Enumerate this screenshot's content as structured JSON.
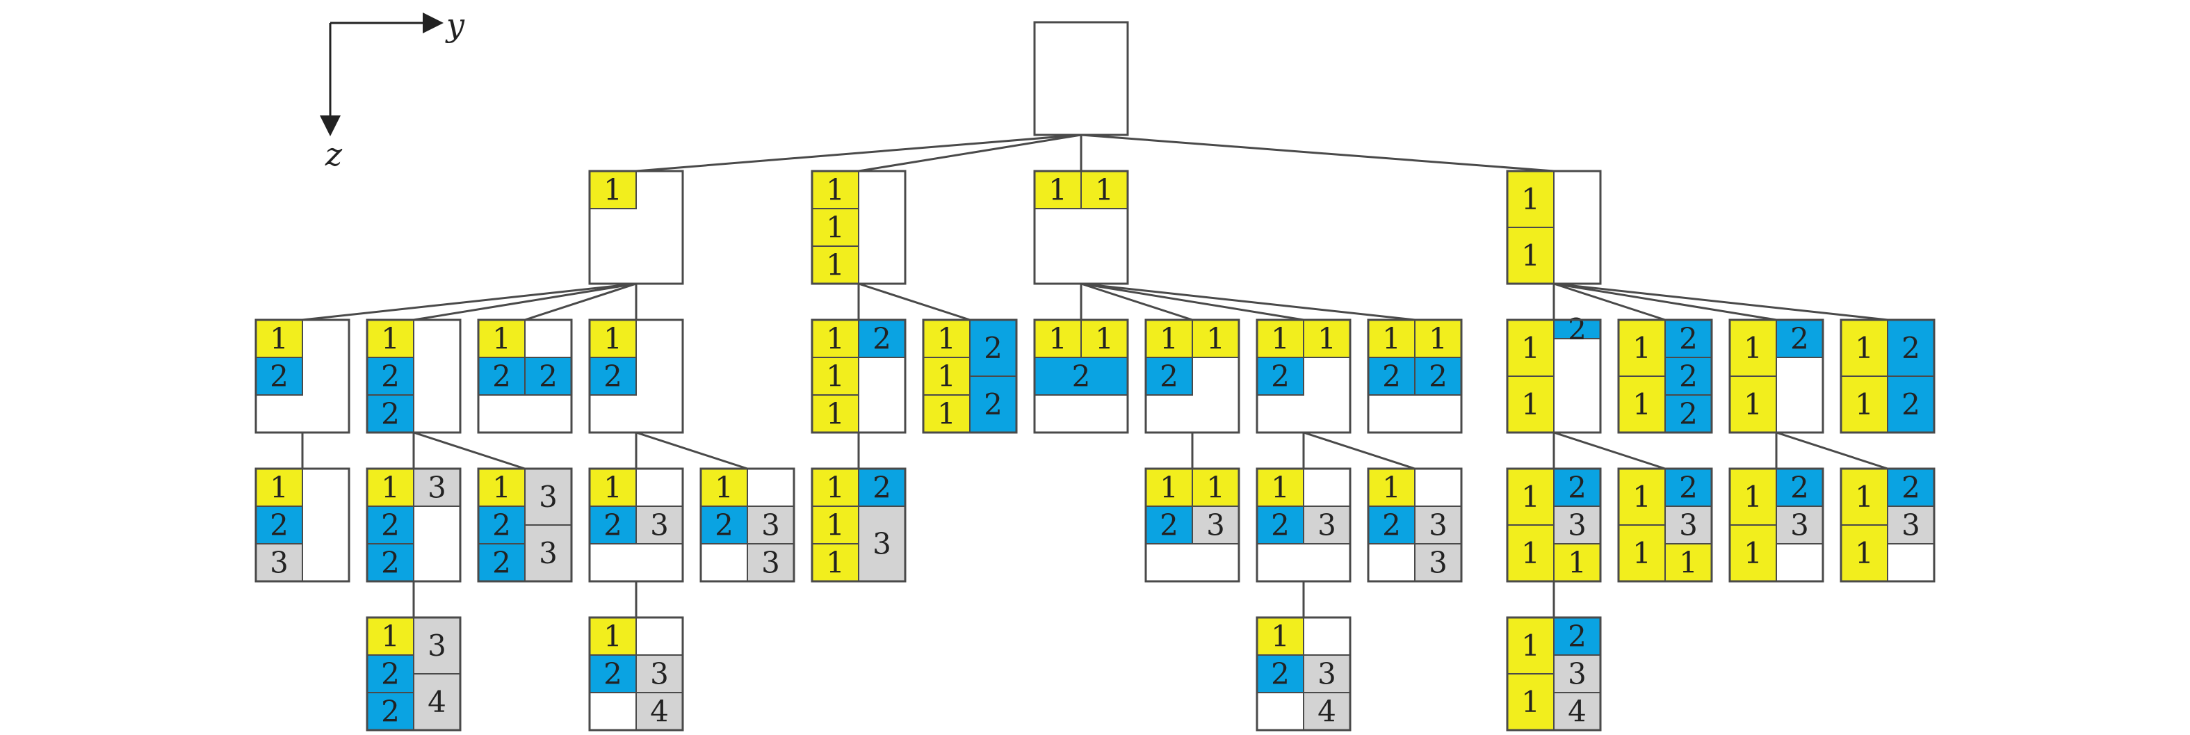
{
  "axes": {
    "horizontal_label": "y",
    "vertical_label": "z"
  },
  "colors": {
    "1": "#f2ee1d",
    "2": "#0aa3e2",
    "3": "#d3d3d3",
    "4": "#d3d3d3",
    "line": "#4a4a4a",
    "text": "#222222"
  },
  "nodes": [
    {
      "id": "root",
      "cells": []
    },
    {
      "id": "a",
      "parent": "root",
      "cells": [
        [
          0,
          0,
          1,
          1,
          "1"
        ]
      ]
    },
    {
      "id": "b",
      "parent": "root",
      "cells": [
        [
          0,
          0,
          1,
          1,
          "1"
        ],
        [
          1,
          0,
          1,
          1,
          "1"
        ],
        [
          2,
          0,
          1,
          1,
          "1"
        ]
      ]
    },
    {
      "id": "c",
      "parent": "root",
      "cells": [
        [
          0,
          0,
          1,
          1,
          "1"
        ],
        [
          0,
          1,
          1,
          1,
          "1"
        ]
      ]
    },
    {
      "id": "d",
      "parent": "root",
      "cells": [
        [
          0,
          0,
          1.5,
          1,
          "1"
        ],
        [
          1.5,
          0,
          1.5,
          1,
          "1"
        ]
      ]
    },
    {
      "id": "a1",
      "parent": "a",
      "cells": [
        [
          0,
          0,
          1,
          1,
          "1"
        ],
        [
          1,
          0,
          1,
          1,
          "2"
        ]
      ]
    },
    {
      "id": "a2",
      "parent": "a",
      "cells": [
        [
          0,
          0,
          1,
          1,
          "1"
        ],
        [
          1,
          0,
          1,
          1,
          "2"
        ],
        [
          2,
          0,
          1,
          1,
          "2"
        ]
      ]
    },
    {
      "id": "a3",
      "parent": "a",
      "cells": [
        [
          0,
          0,
          1,
          1,
          "1"
        ],
        [
          1,
          0,
          1,
          1,
          "2"
        ],
        [
          1,
          1,
          1,
          1,
          "2"
        ]
      ]
    },
    {
      "id": "a4",
      "parent": "a",
      "cells": [
        [
          0,
          0,
          1,
          1,
          "1"
        ],
        [
          1,
          0,
          1,
          1,
          "2"
        ]
      ]
    },
    {
      "id": "b1",
      "parent": "b",
      "cells": [
        [
          0,
          0,
          1,
          1,
          "1"
        ],
        [
          1,
          0,
          1,
          1,
          "1"
        ],
        [
          2,
          0,
          1,
          1,
          "1"
        ],
        [
          0,
          1,
          1,
          1,
          "2"
        ]
      ]
    },
    {
      "id": "b2",
      "parent": "b",
      "cells": [
        [
          0,
          0,
          1,
          1,
          "1"
        ],
        [
          1,
          0,
          1,
          1,
          "1"
        ],
        [
          2,
          0,
          1,
          1,
          "1"
        ],
        [
          0,
          1,
          1.5,
          1,
          "2"
        ],
        [
          1.5,
          1,
          1.5,
          1,
          "2"
        ]
      ]
    },
    {
      "id": "c1",
      "parent": "c",
      "cells": [
        [
          0,
          0,
          1,
          1,
          "1"
        ],
        [
          0,
          1,
          1,
          1,
          "1"
        ],
        [
          1,
          0,
          1,
          2,
          "2"
        ]
      ]
    },
    {
      "id": "c2",
      "parent": "c",
      "cells": [
        [
          0,
          0,
          1,
          1,
          "1"
        ],
        [
          0,
          1,
          1,
          1,
          "1"
        ],
        [
          1,
          0,
          1,
          1,
          "2"
        ]
      ]
    },
    {
      "id": "c3",
      "parent": "c",
      "cells": [
        [
          0,
          0,
          1,
          1,
          "1"
        ],
        [
          0,
          1,
          1,
          1,
          "1"
        ],
        [
          1,
          0,
          1,
          1,
          "2"
        ]
      ]
    },
    {
      "id": "c4",
      "parent": "c",
      "cells": [
        [
          0,
          0,
          1,
          1,
          "1"
        ],
        [
          0,
          1,
          1,
          1,
          "1"
        ],
        [
          1,
          0,
          1,
          1,
          "2"
        ],
        [
          1,
          1,
          1,
          1,
          "2"
        ]
      ]
    },
    {
      "id": "d1",
      "parent": "d",
      "cells": [
        [
          0,
          0,
          1.5,
          1,
          "1"
        ],
        [
          1.5,
          0,
          1.5,
          1,
          "1"
        ],
        [
          0,
          1,
          0.5,
          1,
          "2"
        ]
      ]
    },
    {
      "id": "d2",
      "parent": "d",
      "cells": [
        [
          0,
          0,
          1.5,
          1,
          "1"
        ],
        [
          1.5,
          0,
          1.5,
          1,
          "1"
        ],
        [
          0,
          1,
          1,
          1,
          "2"
        ],
        [
          1,
          1,
          1,
          1,
          "2"
        ],
        [
          2,
          1,
          1,
          1,
          "2"
        ]
      ]
    },
    {
      "id": "d3",
      "parent": "d",
      "cells": [
        [
          0,
          0,
          1.5,
          1,
          "1"
        ],
        [
          1.5,
          0,
          1.5,
          1,
          "1"
        ],
        [
          0,
          1,
          1,
          1,
          "2"
        ]
      ]
    },
    {
      "id": "d4",
      "parent": "d",
      "cells": [
        [
          0,
          0,
          1.5,
          1,
          "1"
        ],
        [
          1.5,
          0,
          1.5,
          1,
          "1"
        ],
        [
          0,
          1,
          1.5,
          1,
          "2"
        ],
        [
          1.5,
          1,
          1.5,
          1,
          "2"
        ]
      ]
    },
    {
      "id": "a1x",
      "parent": "a1",
      "cells": [
        [
          0,
          0,
          1,
          1,
          "1"
        ],
        [
          1,
          0,
          1,
          1,
          "2"
        ],
        [
          2,
          0,
          1,
          1,
          "3"
        ]
      ]
    },
    {
      "id": "a2x",
      "parent": "a2",
      "cells": [
        [
          0,
          0,
          1,
          1,
          "1"
        ],
        [
          1,
          0,
          1,
          1,
          "2"
        ],
        [
          2,
          0,
          1,
          1,
          "2"
        ],
        [
          0,
          1,
          1,
          1,
          "3"
        ]
      ]
    },
    {
      "id": "a2y",
      "parent": "a2",
      "cells": [
        [
          0,
          0,
          1,
          1,
          "1"
        ],
        [
          1,
          0,
          1,
          1,
          "2"
        ],
        [
          2,
          0,
          1,
          1,
          "2"
        ],
        [
          0,
          1,
          1.5,
          1,
          "3"
        ],
        [
          1.5,
          1,
          1.5,
          1,
          "3"
        ]
      ]
    },
    {
      "id": "a4x",
      "parent": "a4",
      "cells": [
        [
          0,
          0,
          1,
          1,
          "1"
        ],
        [
          1,
          0,
          1,
          1,
          "2"
        ],
        [
          1,
          1,
          1,
          1,
          "3"
        ]
      ]
    },
    {
      "id": "a4y",
      "parent": "a4",
      "cells": [
        [
          0,
          0,
          1,
          1,
          "1"
        ],
        [
          1,
          0,
          1,
          1,
          "2"
        ],
        [
          1,
          1,
          1,
          1,
          "3"
        ],
        [
          2,
          1,
          1,
          1,
          "3"
        ]
      ]
    },
    {
      "id": "b1x",
      "parent": "b1",
      "cells": [
        [
          0,
          0,
          1,
          1,
          "1"
        ],
        [
          1,
          0,
          1,
          1,
          "1"
        ],
        [
          2,
          0,
          1,
          1,
          "1"
        ],
        [
          0,
          1,
          1,
          1,
          "2"
        ],
        [
          1,
          1,
          2,
          1,
          "3"
        ]
      ]
    },
    {
      "id": "c2x",
      "parent": "c2",
      "cells": [
        [
          0,
          0,
          1,
          1,
          "1"
        ],
        [
          0,
          1,
          1,
          1,
          "1"
        ],
        [
          1,
          0,
          1,
          1,
          "2"
        ],
        [
          1,
          1,
          1,
          1,
          "3"
        ]
      ]
    },
    {
      "id": "c3x",
      "parent": "c3",
      "cells": [
        [
          0,
          0,
          1,
          1,
          "1"
        ],
        [
          1,
          0,
          1,
          1,
          "2"
        ],
        [
          1,
          1,
          1,
          1,
          "3"
        ]
      ]
    },
    {
      "id": "c3y",
      "parent": "c3",
      "cells": [
        [
          0,
          0,
          1,
          1,
          "1"
        ],
        [
          1,
          0,
          1,
          1,
          "2"
        ],
        [
          1,
          1,
          1,
          1,
          "3"
        ],
        [
          2,
          1,
          1,
          1,
          "3"
        ]
      ]
    },
    {
      "id": "d1x",
      "parent": "d1",
      "cells": [
        [
          0,
          0,
          1.5,
          1,
          "1"
        ],
        [
          1.5,
          0,
          1.5,
          1,
          "1"
        ],
        [
          0,
          1,
          1,
          1,
          "2"
        ],
        [
          1,
          1,
          1,
          1,
          "3"
        ],
        [
          2,
          1,
          1,
          1,
          "1"
        ]
      ]
    },
    {
      "id": "d1y",
      "parent": "d1",
      "cells": [
        [
          0,
          0,
          1.5,
          1,
          "1"
        ],
        [
          1.5,
          0,
          1.5,
          1,
          "1"
        ],
        [
          0,
          1,
          1,
          1,
          "2"
        ],
        [
          1,
          1,
          1,
          1,
          "3"
        ],
        [
          2,
          1,
          1,
          1,
          "1"
        ]
      ]
    },
    {
      "id": "d3x",
      "parent": "d3",
      "cells": [
        [
          0,
          0,
          1.5,
          1,
          "1"
        ],
        [
          1.5,
          0,
          1.5,
          1,
          "1"
        ],
        [
          0,
          1,
          1,
          1,
          "2"
        ],
        [
          1,
          1,
          1,
          1,
          "3"
        ]
      ]
    },
    {
      "id": "d3y",
      "parent": "d3",
      "cells": [
        [
          0,
          0,
          1.5,
          1,
          "1"
        ],
        [
          1.5,
          0,
          1.5,
          1,
          "1"
        ],
        [
          0,
          1,
          1,
          1,
          "2"
        ],
        [
          1,
          1,
          1,
          1,
          "3"
        ]
      ]
    },
    {
      "id": "a2xx",
      "parent": "a2x",
      "cells": [
        [
          0,
          0,
          1,
          1,
          "1"
        ],
        [
          1,
          0,
          1,
          1,
          "2"
        ],
        [
          2,
          0,
          1,
          1,
          "2"
        ],
        [
          0,
          1,
          1.5,
          1,
          "3"
        ],
        [
          1.5,
          1,
          1.5,
          1,
          "4"
        ]
      ]
    },
    {
      "id": "a4xx",
      "parent": "a4x",
      "cells": [
        [
          0,
          0,
          1,
          1,
          "1"
        ],
        [
          1,
          0,
          1,
          1,
          "2"
        ],
        [
          1,
          1,
          1,
          1,
          "3"
        ],
        [
          2,
          1,
          1,
          1,
          "4"
        ]
      ]
    },
    {
      "id": "c3xx",
      "parent": "c3x",
      "cells": [
        [
          0,
          0,
          1,
          1,
          "1"
        ],
        [
          1,
          0,
          1,
          1,
          "2"
        ],
        [
          1,
          1,
          1,
          1,
          "3"
        ],
        [
          2,
          1,
          1,
          1,
          "4"
        ]
      ]
    },
    {
      "id": "d1xx",
      "parent": "d1x",
      "cells": [
        [
          0,
          0,
          1.5,
          1,
          "1"
        ],
        [
          1.5,
          0,
          1.5,
          1,
          "1"
        ],
        [
          0,
          1,
          1,
          1,
          "2"
        ],
        [
          1,
          1,
          1,
          1,
          "3"
        ],
        [
          2,
          1,
          1,
          1,
          "4"
        ]
      ]
    }
  ]
}
